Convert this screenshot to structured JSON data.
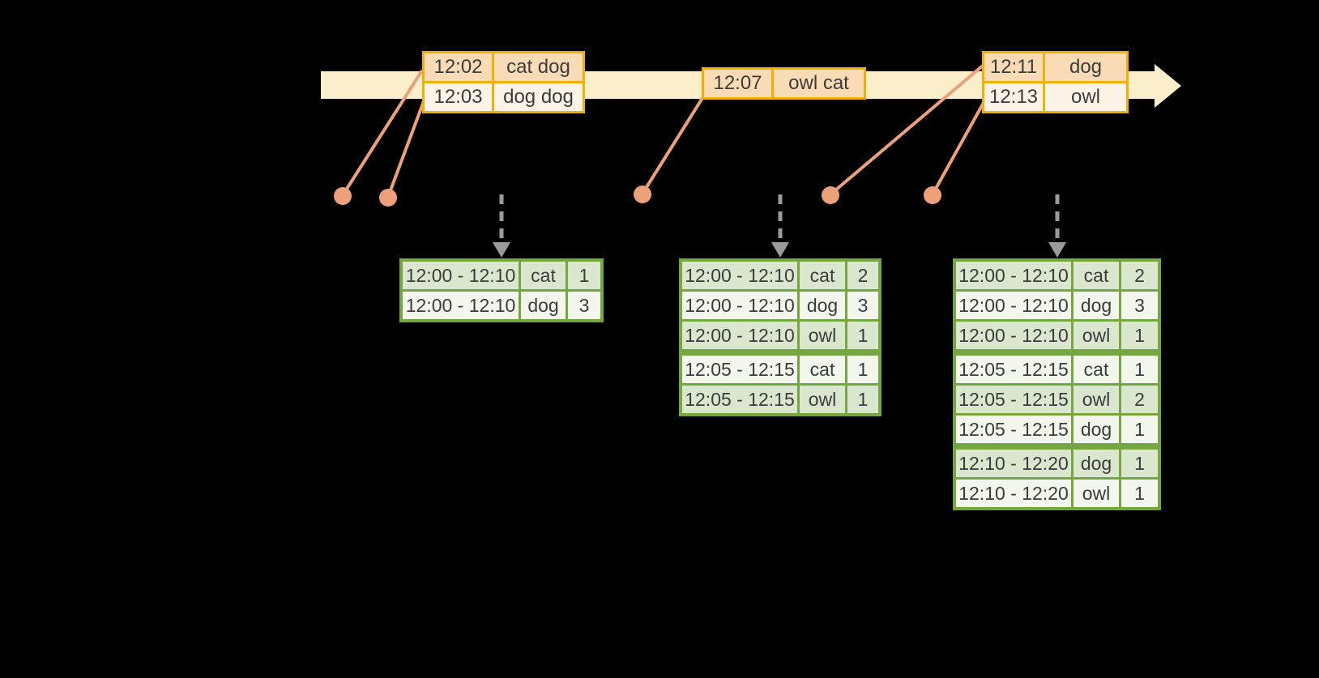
{
  "colors": {
    "background": "#000000",
    "timeline_band": "#FBEECB",
    "event_table_border": "#F1B104",
    "event_row_dark": "#F9DCB5",
    "event_row_light": "#FDF3E6",
    "connector_and_dots": "#ECA17B",
    "result_table_border": "#74A83F",
    "result_row_dark": "#DBE6CF",
    "result_row_light": "#F2F6ED",
    "trigger_arrow": "#9B9B9B",
    "table_text": "#3C3C3C"
  },
  "events": [
    {
      "rows": [
        {
          "time": "12:02",
          "words": "cat dog"
        },
        {
          "time": "12:03",
          "words": "dog dog"
        }
      ]
    },
    {
      "rows": [
        {
          "time": "12:07",
          "words": "owl cat"
        }
      ]
    },
    {
      "rows": [
        {
          "time": "12:11",
          "words": "dog"
        },
        {
          "time": "12:13",
          "words": "owl"
        }
      ]
    }
  ],
  "results": [
    {
      "rows": [
        {
          "window": "12:00 - 12:10",
          "word": "cat",
          "count": "1"
        },
        {
          "window": "12:00 - 12:10",
          "word": "dog",
          "count": "3"
        }
      ]
    },
    {
      "rows": [
        {
          "window": "12:00 - 12:10",
          "word": "cat",
          "count": "2"
        },
        {
          "window": "12:00 - 12:10",
          "word": "dog",
          "count": "3"
        },
        {
          "window": "12:00 - 12:10",
          "word": "owl",
          "count": "1"
        },
        {
          "window": "12:05 - 12:15",
          "word": "cat",
          "count": "1"
        },
        {
          "window": "12:05 - 12:15",
          "word": "owl",
          "count": "1"
        }
      ]
    },
    {
      "rows": [
        {
          "window": "12:00 - 12:10",
          "word": "cat",
          "count": "2"
        },
        {
          "window": "12:00 - 12:10",
          "word": "dog",
          "count": "3"
        },
        {
          "window": "12:00 - 12:10",
          "word": "owl",
          "count": "1"
        },
        {
          "window": "12:05 - 12:15",
          "word": "cat",
          "count": "1"
        },
        {
          "window": "12:05 - 12:15",
          "word": "owl",
          "count": "2"
        },
        {
          "window": "12:05 - 12:15",
          "word": "dog",
          "count": "1"
        },
        {
          "window": "12:10 - 12:20",
          "word": "dog",
          "count": "1"
        },
        {
          "window": "12:10 - 12:20",
          "word": "owl",
          "count": "1"
        }
      ]
    }
  ]
}
